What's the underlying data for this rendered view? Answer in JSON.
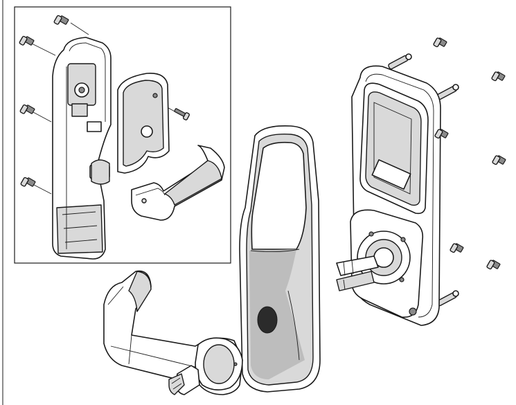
{
  "diagram": {
    "title": "",
    "inset_panel": true,
    "parts": [
      "inset-back-plate",
      "inset-cover",
      "inset-lever",
      "inset-screw",
      "front-escutcheon",
      "front-lever-with-key",
      "rear-mounting-plate",
      "mounting-screw"
    ],
    "screw_count": 11
  },
  "colors": {
    "line": "#1a1a1a",
    "fill": "#ffffff",
    "shade": "#d9d9d9",
    "dark": "#8a8a8a"
  }
}
